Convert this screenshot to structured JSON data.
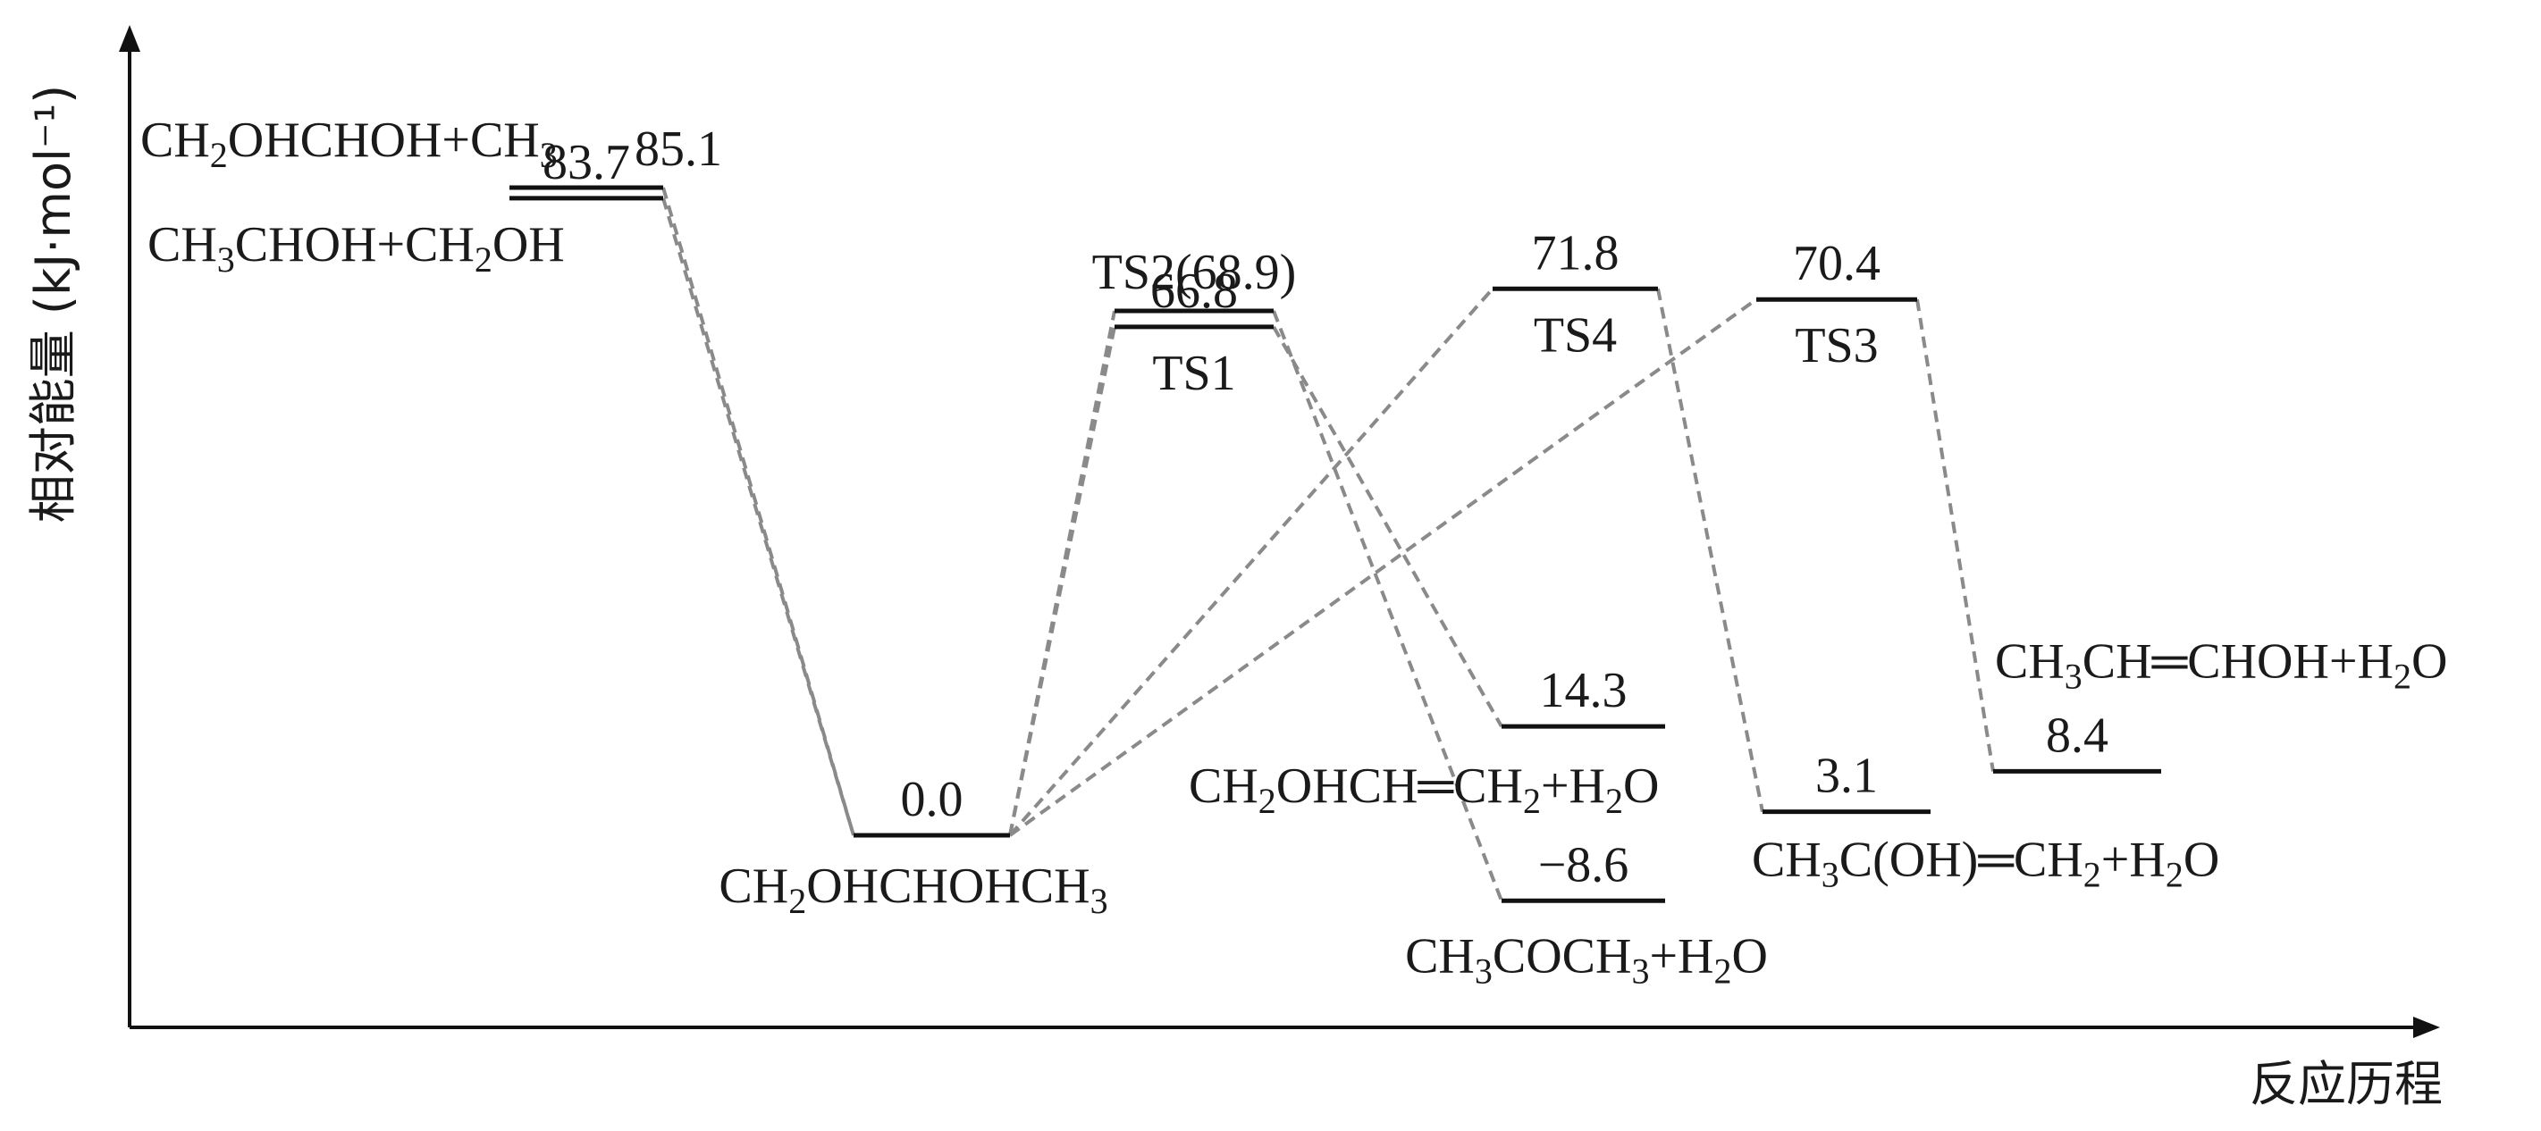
{
  "chart_data": {
    "type": "energy-profile",
    "ylabel": "相对能量 (kJ·mol⁻¹)",
    "xlabel": "反应历程",
    "grid": false,
    "levels": [
      {
        "id": "reactant-top",
        "energy": 85.1,
        "value_text": "85.1",
        "species": [
          "CH",
          "2",
          "OHCHOH+CH",
          "3"
        ]
      },
      {
        "id": "reactant-bottom",
        "energy": 83.7,
        "value_text": "83.7",
        "species": [
          "CH",
          "3",
          "CHOH+CH",
          "2",
          "OH"
        ]
      },
      {
        "id": "intermediate",
        "energy": 0.0,
        "value_text": "0.0",
        "species": [
          "CH",
          "2",
          "OHCHOHCH",
          "3"
        ]
      },
      {
        "id": "ts2",
        "energy": 68.9,
        "value_text": "TS2(68.9)"
      },
      {
        "id": "ts1",
        "energy": 66.8,
        "value_text": "66.8",
        "ts_label": "TS1"
      },
      {
        "id": "ts4",
        "energy": 71.8,
        "value_text": "71.8",
        "ts_label": "TS4"
      },
      {
        "id": "ts3",
        "energy": 70.4,
        "value_text": "70.4",
        "ts_label": "TS3"
      },
      {
        "id": "prod-14-3",
        "energy": 14.3,
        "value_text": "14.3",
        "species": [
          "CH",
          "2",
          "OHCH═CH",
          "2",
          "+H",
          "2",
          "O"
        ]
      },
      {
        "id": "prod-neg-8-6",
        "energy": -8.6,
        "value_text": "−8.6",
        "species": [
          "CH",
          "3",
          "COCH",
          "3",
          "+H",
          "2",
          "O"
        ]
      },
      {
        "id": "prod-3-1",
        "energy": 3.1,
        "value_text": "3.1",
        "species": [
          "CH",
          "3",
          "C(OH)═CH",
          "2",
          "+H",
          "2",
          "O"
        ]
      },
      {
        "id": "prod-8-4",
        "energy": 8.4,
        "value_text": "8.4",
        "species": [
          "CH",
          "3",
          "CH═CHOH+H",
          "2",
          "O"
        ]
      }
    ],
    "connections": [
      [
        "reactant-top",
        "intermediate"
      ],
      [
        "reactant-bottom",
        "intermediate"
      ],
      [
        "intermediate",
        "ts2"
      ],
      [
        "intermediate",
        "ts1"
      ],
      [
        "intermediate",
        "ts4"
      ],
      [
        "intermediate",
        "ts3"
      ],
      [
        "ts2",
        "prod-neg-8-6"
      ],
      [
        "ts1",
        "prod-14-3"
      ],
      [
        "ts4",
        "prod-3-1"
      ],
      [
        "ts3",
        "prod-8-4"
      ]
    ]
  }
}
